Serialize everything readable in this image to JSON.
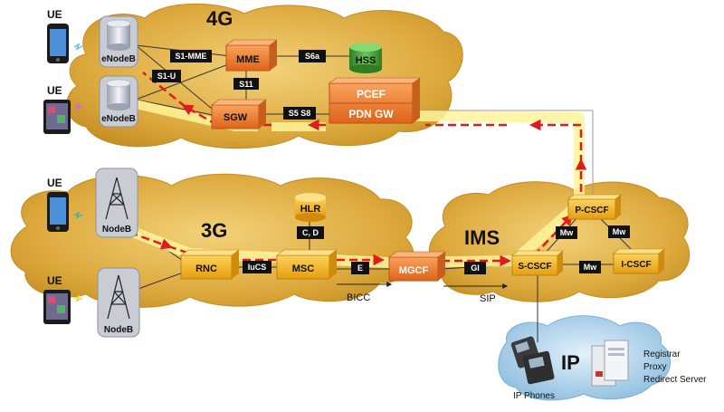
{
  "clouds": {
    "lte": "4G",
    "umts": "3G",
    "ims": "IMS",
    "ip": "IP"
  },
  "ue_labels": [
    "UE",
    "UE",
    "UE",
    "UE"
  ],
  "nodes": {
    "enodeb1": "eNodeB",
    "enodeb2": "eNodeB",
    "nodeb1": "NodeB",
    "nodeb2": "NodeB",
    "mme": "MME",
    "hss": "HSS",
    "sgw": "SGW",
    "pcef": "PCEF",
    "pdngw": "PDN GW",
    "rnc": "RNC",
    "msc": "MSC",
    "hlr": "HLR",
    "mgcf": "MGCF",
    "scscf": "S-CSCF",
    "pcscf": "P-CSCF",
    "icscf": "I-CSCF"
  },
  "interfaces": {
    "s1mme": "S1-MME",
    "s1u": "S1-U",
    "s6a": "S6a",
    "s11": "S11",
    "s5s8": "S5 S8",
    "iucs": "IuCS",
    "cd": "C, D",
    "e": "E",
    "gi": "GI",
    "mw1": "Mw",
    "mw2": "Mw",
    "mw3": "Mw"
  },
  "protocols": {
    "bicc": "BICC",
    "sip": "SIP"
  },
  "ip_network": {
    "phones": "IP Phones",
    "servers": [
      "Registrar",
      "Proxy",
      "Redirect Server"
    ]
  },
  "colors": {
    "cloud": "#d9a93a",
    "orange_box": "#f07a28",
    "yellow_box": "#f2b01c",
    "hss": "#3d9b2e",
    "path": "#e01b1b",
    "glow": "#fff59a",
    "ip_cloud": "#a8cfe8"
  }
}
